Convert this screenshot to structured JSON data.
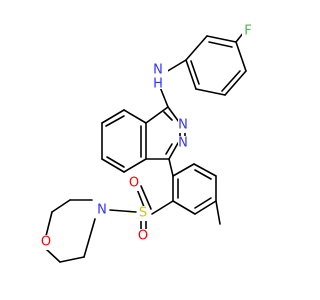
{
  "molecule": {
    "atoms": {
      "F": {
        "text": "F",
        "color": "#33cc33"
      },
      "NH": {
        "text": "N",
        "sub": "H",
        "color": "#3333ff"
      },
      "N2": {
        "text": "N",
        "color": "#3333ff"
      },
      "N3": {
        "text": "N",
        "color": "#3333ff"
      },
      "S": {
        "text": "S",
        "color": "#cccc00"
      },
      "O1": {
        "text": "O",
        "color": "#ff0000"
      },
      "O2": {
        "text": "O",
        "color": "#ff0000"
      },
      "Nm": {
        "text": "N",
        "color": "#3333ff"
      },
      "Om": {
        "text": "O",
        "color": "#ff0000"
      }
    }
  }
}
